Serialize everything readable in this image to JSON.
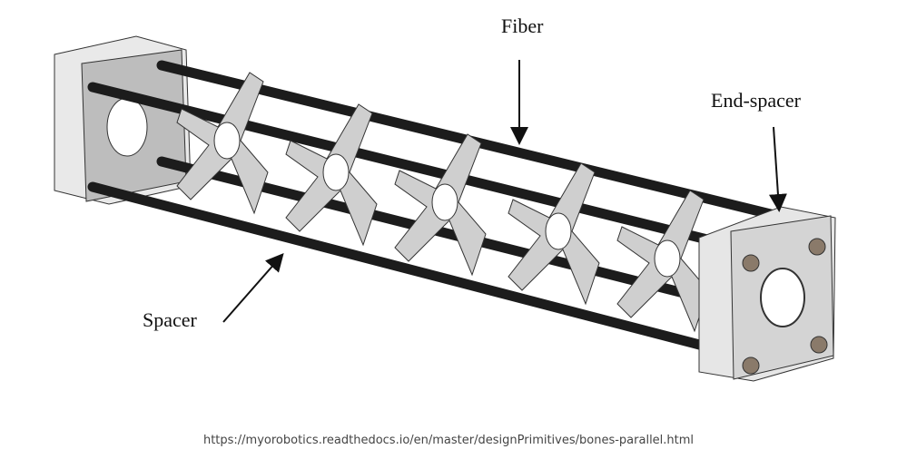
{
  "labels": {
    "fiber": "Fiber",
    "end_spacer": "End-spacer",
    "spacer": "Spacer"
  },
  "source_url": "https://myorobotics.readthedocs.io/en/master/designPrimitives/bones-parallel.html",
  "colors": {
    "rod": "#1c1c1c",
    "part_fill": "#cfcfcf",
    "part_edge": "#333333"
  }
}
